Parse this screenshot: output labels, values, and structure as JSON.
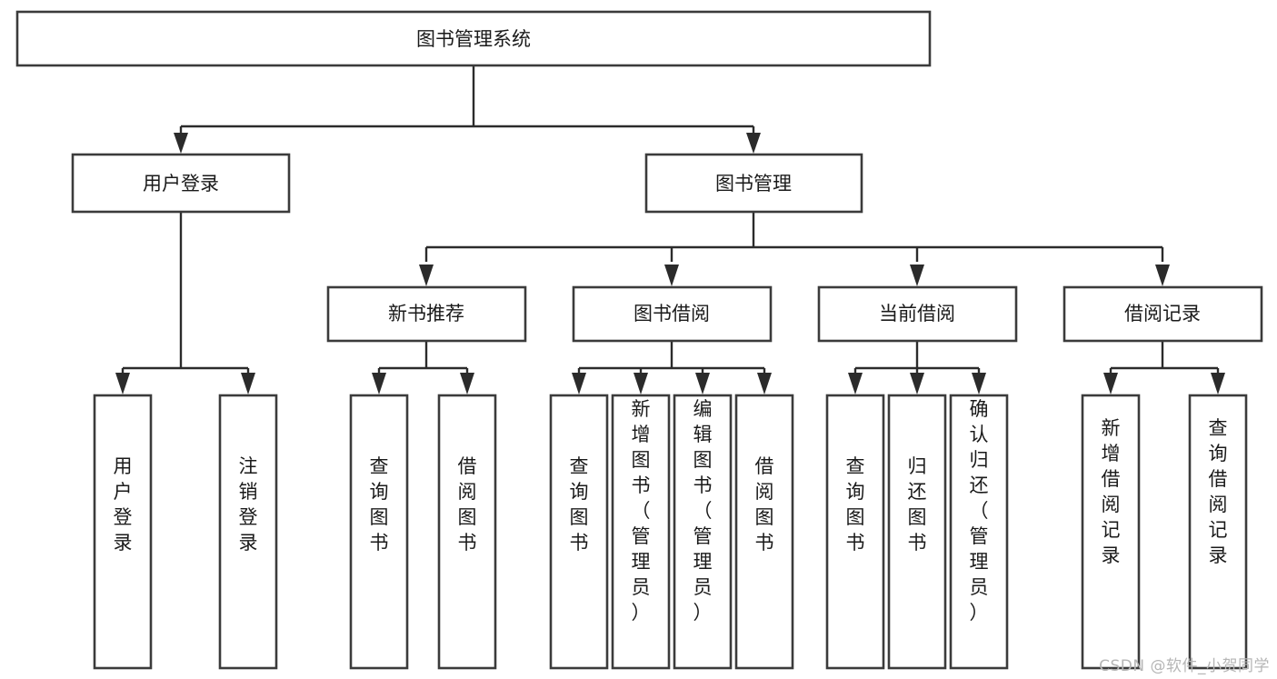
{
  "diagram": {
    "title": "图书管理系统",
    "watermark": "CSDN @软件_小贺同学",
    "type": "tree-hierarchy-diagram",
    "colors": {
      "box_stroke": "#3b3b3b",
      "box_fill": "#ffffff",
      "connector": "#2b2b2b",
      "text": "#1a1a1a",
      "background": "#ffffff",
      "watermark": "#b6b6b6"
    },
    "root": {
      "id": "root",
      "label": "图书管理系统",
      "orientation": "horizontal"
    },
    "level1": [
      {
        "id": "user-login",
        "label": "用户登录",
        "orientation": "horizontal"
      },
      {
        "id": "book-management",
        "label": "图书管理",
        "orientation": "horizontal"
      }
    ],
    "level2": [
      {
        "id": "new-book-recommend",
        "label": "新书推荐",
        "orientation": "horizontal",
        "parent": "book-management"
      },
      {
        "id": "book-borrow",
        "label": "图书借阅",
        "orientation": "horizontal",
        "parent": "book-management"
      },
      {
        "id": "current-borrow",
        "label": "当前借阅",
        "orientation": "horizontal",
        "parent": "book-management"
      },
      {
        "id": "borrow-record",
        "label": "借阅记录",
        "orientation": "horizontal",
        "parent": "book-management"
      }
    ],
    "leaves": {
      "user-login": [
        {
          "id": "leaf-user-login",
          "label": "用户登录",
          "orientation": "vertical"
        },
        {
          "id": "leaf-logout",
          "label": "注销登录",
          "orientation": "vertical"
        }
      ],
      "new-book-recommend": [
        {
          "id": "leaf-query-books-1",
          "label": "查询图书",
          "orientation": "vertical"
        },
        {
          "id": "leaf-borrow-books-1",
          "label": "借阅图书",
          "orientation": "vertical"
        }
      ],
      "book-borrow": [
        {
          "id": "leaf-query-books-2",
          "label": "查询图书",
          "orientation": "vertical"
        },
        {
          "id": "leaf-add-book-admin",
          "label": "新增图书（管理员）",
          "orientation": "vertical"
        },
        {
          "id": "leaf-edit-book-admin",
          "label": "编辑图书（管理员）",
          "orientation": "vertical"
        },
        {
          "id": "leaf-borrow-books-2",
          "label": "借阅图书",
          "orientation": "vertical"
        }
      ],
      "current-borrow": [
        {
          "id": "leaf-query-books-3",
          "label": "查询图书",
          "orientation": "vertical"
        },
        {
          "id": "leaf-return-books",
          "label": "归还图书",
          "orientation": "vertical"
        },
        {
          "id": "leaf-confirm-return-admin",
          "label": "确认归还（管理员）",
          "orientation": "vertical"
        }
      ],
      "borrow-record": [
        {
          "id": "leaf-add-borrow-record",
          "label": "新增借阅记录",
          "orientation": "vertical"
        },
        {
          "id": "leaf-query-borrow-record",
          "label": "查询借阅记录",
          "orientation": "vertical"
        }
      ]
    }
  }
}
